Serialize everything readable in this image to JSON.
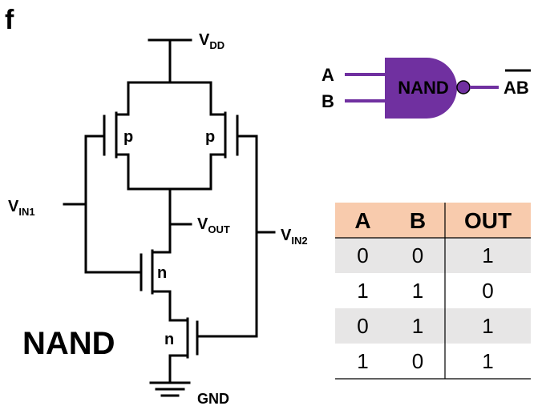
{
  "panel_label": "f",
  "circuit": {
    "vdd_label": "V",
    "vdd_sub": "DD",
    "vout_label": "V",
    "vout_sub": "OUT",
    "vin1_label": "V",
    "vin1_sub": "IN1",
    "vin2_label": "V",
    "vin2_sub": "IN2",
    "gnd_label": "GND",
    "pmos_left_label": "p",
    "pmos_right_label": "p",
    "nmos_top_label": "n",
    "nmos_bottom_label": "n",
    "title": "NAND"
  },
  "gate": {
    "label": "NAND",
    "input_a": "A",
    "input_b": "B",
    "output": "AB",
    "color": "#7030a0",
    "wire_color": "#7030a0"
  },
  "truth_table": {
    "header_color": "#f8cbad",
    "shade_color": "#e7e6e6",
    "headers": [
      "A",
      "B",
      "OUT"
    ],
    "rows": [
      [
        "0",
        "0",
        "1"
      ],
      [
        "1",
        "1",
        "0"
      ],
      [
        "0",
        "1",
        "1"
      ],
      [
        "1",
        "0",
        "1"
      ]
    ]
  }
}
